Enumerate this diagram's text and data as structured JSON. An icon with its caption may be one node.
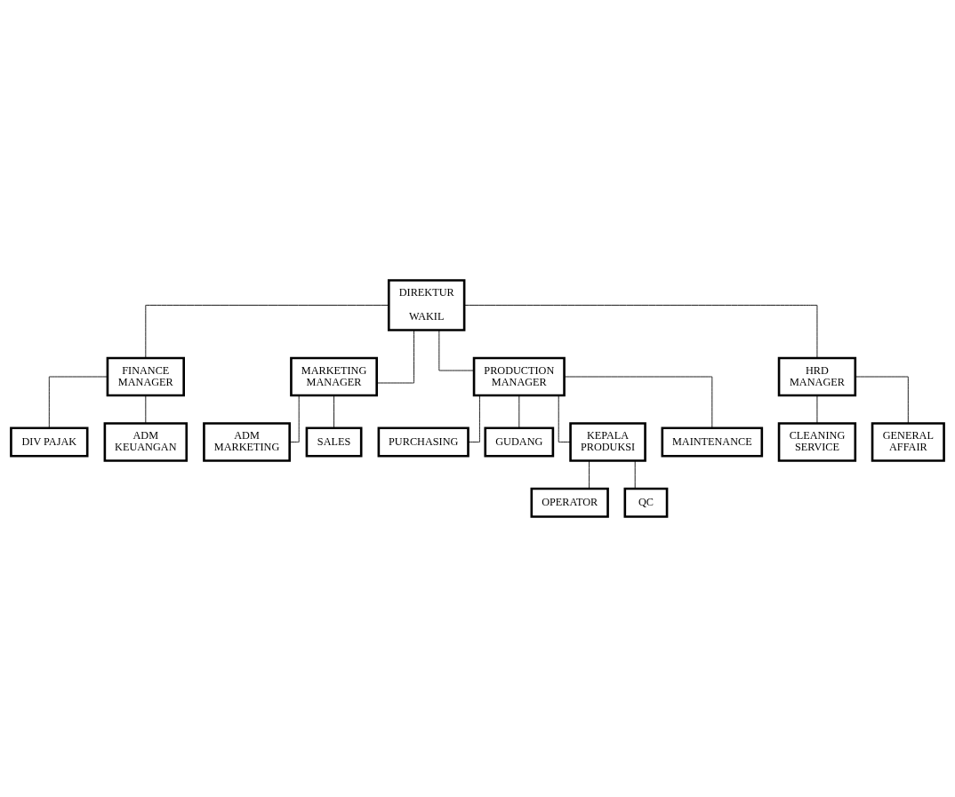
{
  "diagram": {
    "nodes": [
      {
        "text": [
          "DIREKTUR",
          "WAKIL"
        ]
      },
      {
        "text": [
          "FINANCE MANAGER"
        ]
      },
      {
        "text": [
          "MARKETING MANAGER"
        ]
      },
      {
        "text": [
          "PRODUCTION MANAGER"
        ]
      },
      {
        "text": [
          "HRD MANAGER"
        ]
      },
      {
        "text": [
          "DIV PAJAK"
        ]
      },
      {
        "text": [
          "ADM KEUANGAN"
        ]
      },
      {
        "text": [
          "CLEANING SERVICE"
        ]
      },
      {
        "text": [
          "GENERAL AFFAIR"
        ]
      },
      {
        "text": [
          "ADM MARKETING"
        ]
      },
      {
        "text": [
          "SALES"
        ]
      },
      {
        "text": [
          "PURCHASING"
        ]
      },
      {
        "text": [
          "GUDANG"
        ]
      },
      {
        "text": [
          "KEPALA PRODUKSI"
        ]
      },
      {
        "text": [
          "MAINTENANCE"
        ]
      },
      {
        "text": [
          "OPERATOR"
        ]
      },
      {
        "text": [
          "QC"
        ]
      }
    ],
    "edges": [
      {
        "from": 0,
        "to": 1,
        "arrow": "none"
      },
      {
        "from": 0,
        "to": 2,
        "arrow": "none"
      },
      {
        "from": 0,
        "to": 3,
        "arrow": "none"
      },
      {
        "from": 0,
        "to": 4,
        "arrow": "none"
      },
      {
        "from": 1,
        "to": 5,
        "arrow": "none"
      },
      {
        "from": 1,
        "to": 6,
        "arrow": "none"
      },
      {
        "from": 4,
        "to": 7,
        "arrow": "none"
      },
      {
        "from": 4,
        "to": 8,
        "arrow": "none"
      },
      {
        "from": 2,
        "to": 9,
        "arrow": "none"
      },
      {
        "from": 2,
        "to": 10,
        "arrow": "none"
      },
      {
        "from": 3,
        "to": 11,
        "arrow": "none"
      },
      {
        "from": 3,
        "to": 12,
        "arrow": "none"
      },
      {
        "from": 3,
        "to": 13,
        "arrow": "none"
      },
      {
        "from": 3,
        "to": 14,
        "arrow": "none"
      },
      {
        "from": 13,
        "to": 15,
        "arrow": "none"
      },
      {
        "from": 13,
        "to": 16,
        "arrow": "none"
      }
    ]
  }
}
